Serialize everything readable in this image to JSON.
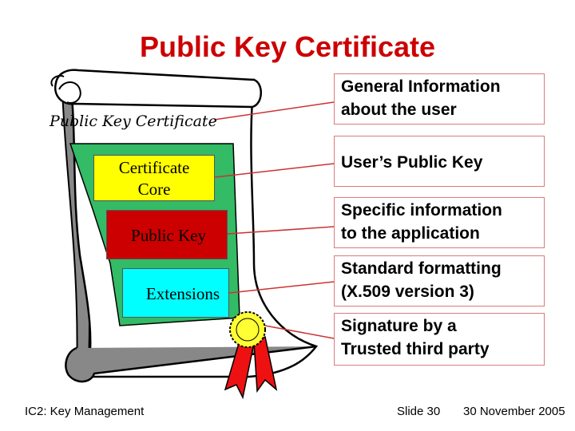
{
  "title": "Public Key Certificate",
  "scroll": {
    "title": "Public Key Certificate",
    "core_label": "Certificate\nCore",
    "public_key_label": "Public Key",
    "extensions_label": "Extensions"
  },
  "callouts": [
    "General Information\nabout the user",
    "User’s Public Key",
    "Specific information\nto the application",
    "Standard formatting\n(X.509 version 3)",
    "Signature by a\nTrusted third party"
  ],
  "footer": {
    "left": "IC2: Key Management",
    "slide": "Slide 30",
    "date": "30 November 2005"
  },
  "colors": {
    "title": "#cc0000",
    "panel": "#33bb66",
    "core": "#ffff00",
    "public_key": "#cc0000",
    "extensions": "#00ffff",
    "ribbon": "#ee1111",
    "seal": "#ffff33",
    "scroll_shadow": "#888888",
    "connector": "#cc3333"
  },
  "icons": [
    "scroll-icon",
    "seal-icon",
    "ribbon-icon"
  ]
}
